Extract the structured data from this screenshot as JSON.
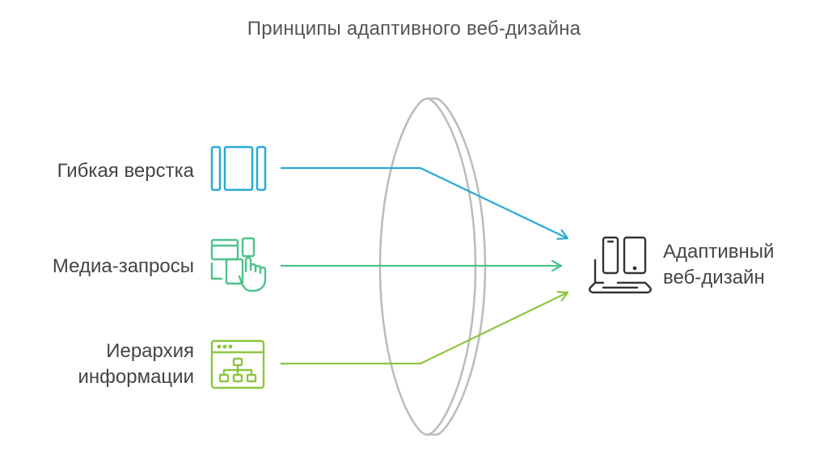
{
  "title": "Принципы адаптивного веб-дизайна",
  "inputs": [
    {
      "label_lines": [
        "Гибкая верстка"
      ],
      "icon": "flexible-layout-icon",
      "color": "#29a9d6"
    },
    {
      "label_lines": [
        "Медиа-запросы"
      ],
      "icon": "media-queries-icon",
      "color": "#4cc38a"
    },
    {
      "label_lines": [
        "Иерархия",
        "информации"
      ],
      "icon": "information-hierarchy-icon",
      "color": "#8dc63f"
    }
  ],
  "output": {
    "label_lines": [
      "Адаптивный",
      "веб-дизайн"
    ],
    "icon": "responsive-devices-icon",
    "color": "#333333"
  },
  "lens_color": "#bbbbbb"
}
